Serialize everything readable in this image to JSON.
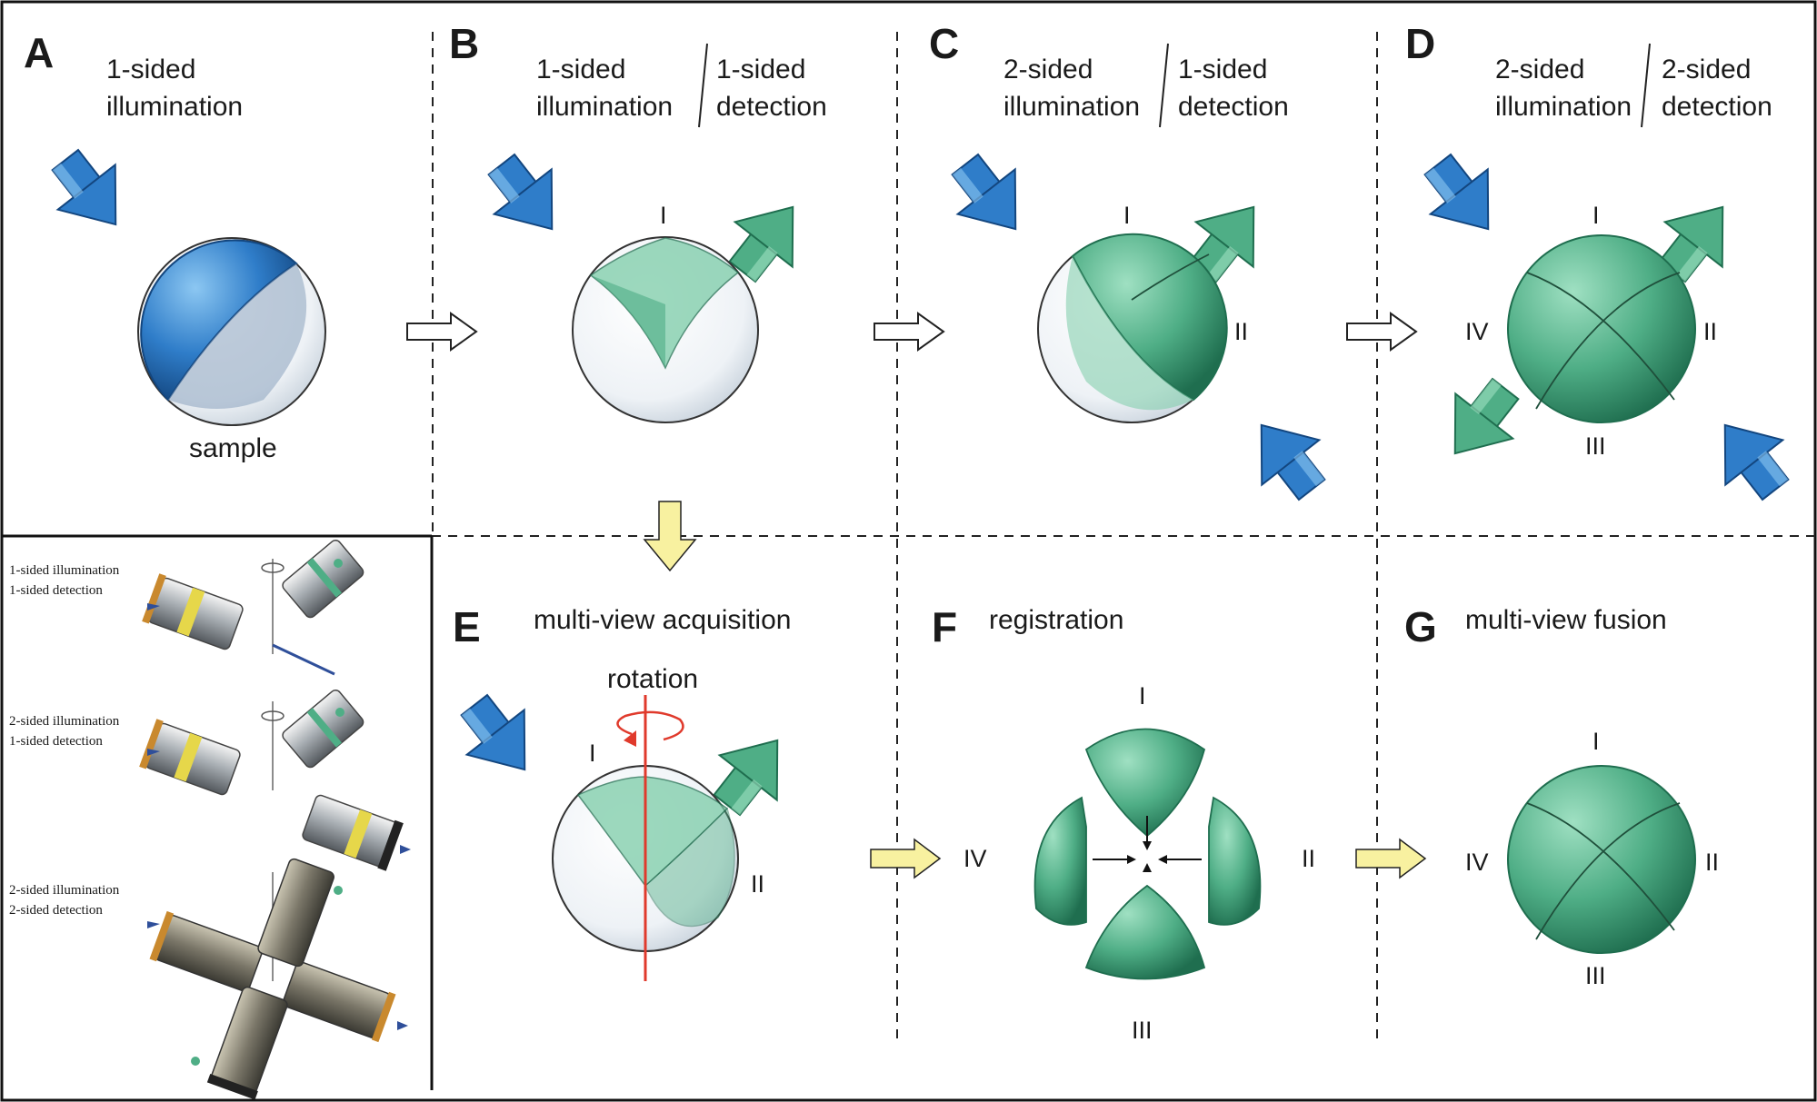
{
  "panels": {
    "A": {
      "letter": "A",
      "heading": [
        "1-sided",
        "illumination"
      ],
      "caption": "sample"
    },
    "B": {
      "letter": "B",
      "illum": [
        "1-sided",
        "illumination"
      ],
      "detect": [
        "1-sided",
        "detection"
      ],
      "roman": [
        "I"
      ]
    },
    "C": {
      "letter": "C",
      "illum": [
        "2-sided",
        "illumination"
      ],
      "detect": [
        "1-sided",
        "detection"
      ],
      "roman": [
        "I",
        "II"
      ]
    },
    "D": {
      "letter": "D",
      "illum": [
        "2-sided",
        "illumination"
      ],
      "detect": [
        "2-sided",
        "detection"
      ],
      "roman": [
        "I",
        "II",
        "III",
        "IV"
      ]
    },
    "E": {
      "letter": "E",
      "heading": "multi-view acquisition",
      "rotation": "rotation",
      "roman": [
        "I",
        "II"
      ]
    },
    "F": {
      "letter": "F",
      "heading": "registration",
      "roman": [
        "I",
        "II",
        "III",
        "IV"
      ]
    },
    "G": {
      "letter": "G",
      "heading": "multi-view fusion",
      "roman": [
        "I",
        "II",
        "III",
        "IV"
      ]
    },
    "inset": {
      "items": [
        [
          "1-sided illumination",
          "1-sided detection"
        ],
        [
          "2-sided illumination",
          "1-sided detection"
        ],
        [
          "2-sided illumination",
          "2-sided detection"
        ]
      ]
    }
  },
  "colors": {
    "illumination": "#2f7dc9",
    "detection": "#4fae86",
    "rotation_axis": "#e03a2c",
    "process_arrow": "#f8f1a0"
  }
}
